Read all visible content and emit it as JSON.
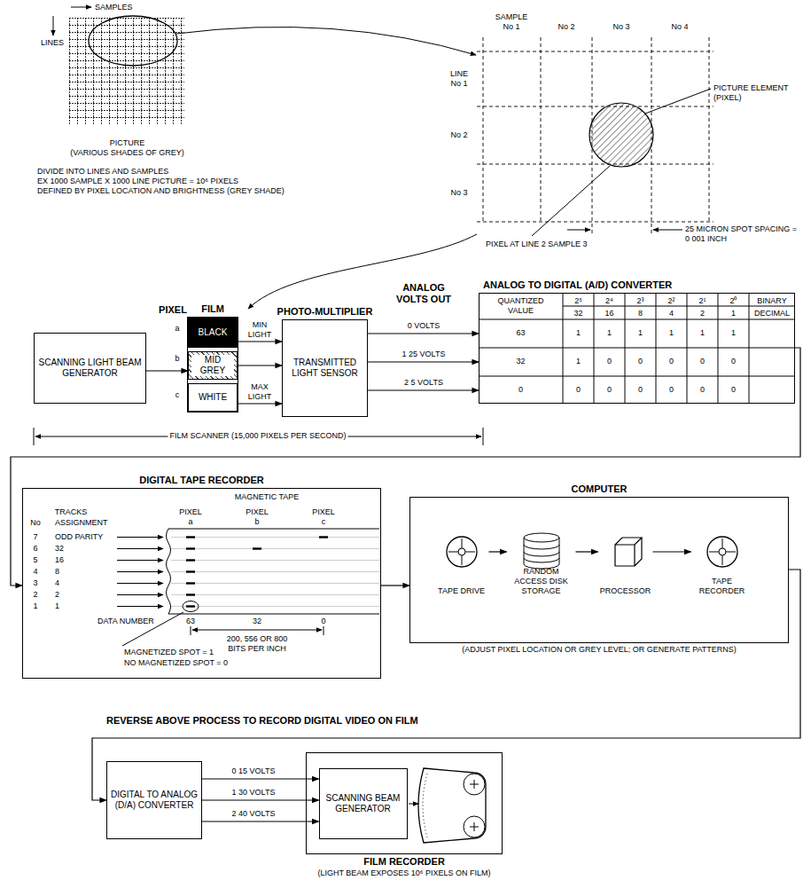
{
  "diagram": {
    "nodes": [
      {
        "text": [
          "PICTURE",
          "(VARIOUS SHADES OF GREY)"
        ]
      },
      {
        "text": [
          "SCANNING LIGHT BEAM GENERATOR"
        ]
      },
      {
        "text": [
          "FILM"
        ]
      },
      {
        "text": [
          "BLACK"
        ],
        "in": 2
      },
      {
        "text": [
          "MID GREY"
        ],
        "in": 2
      },
      {
        "text": [
          "WHITE"
        ],
        "in": 2
      },
      {
        "text": [
          "PHOTO-MULTIPLIER",
          "TRANSMITTED LIGHT SENSOR"
        ]
      },
      {
        "text": [
          "ANALOG TO DIGITAL (A/D) CONVERTER"
        ]
      },
      {
        "text": [
          "DIGITAL TAPE RECORDER",
          "MAGNETIC TAPE"
        ]
      },
      {
        "text": [
          "COMPUTER",
          "(ADJUST PIXEL LOCATION OR GREY LEVEL; OR GENERATE PATTERNS)"
        ]
      },
      {
        "text": [
          "TAPE DRIVE"
        ],
        "in": 9
      },
      {
        "text": [
          "RANDOM ACCESS DISK STORAGE"
        ],
        "in": 9
      },
      {
        "text": [
          "PROCESSOR"
        ],
        "in": 9
      },
      {
        "text": [
          "TAPE RECORDER"
        ],
        "in": 9
      },
      {
        "text": [
          "DIGITAL TO ANALOG (D/A) CONVERTER"
        ]
      },
      {
        "text": [
          "FILM RECORDER",
          "(LIGHT BEAM EXPOSES 10⁶ PIXELS ON FILM)"
        ]
      },
      {
        "text": [
          "SCANNING BEAM GENERATOR"
        ],
        "in": 15
      }
    ],
    "edges": [
      {
        "from": 1,
        "to": 4,
        "arrow": "to"
      },
      {
        "from": 3,
        "to": 6,
        "label": "MIN LIGHT",
        "arrow": "to"
      },
      {
        "from": 4,
        "to": 6,
        "arrow": "to"
      },
      {
        "from": 5,
        "to": 6,
        "label": "MAX LIGHT",
        "arrow": "to"
      },
      {
        "from": 6,
        "to": 7,
        "label": "0 VOLTS",
        "arrow": "to"
      },
      {
        "from": 6,
        "to": 7,
        "label": "1 25 VOLTS",
        "arrow": "to"
      },
      {
        "from": 6,
        "to": 7,
        "label": "2 5 VOLTS",
        "arrow": "to"
      },
      {
        "from": 7,
        "to": 8,
        "arrow": "to"
      },
      {
        "from": 8,
        "to": 9,
        "arrow": "to"
      },
      {
        "from": 10,
        "to": 11,
        "arrow": "to"
      },
      {
        "from": 11,
        "to": 12,
        "arrow": "to"
      },
      {
        "from": 12,
        "to": 13,
        "arrow": "to"
      },
      {
        "from": 9,
        "to": 14,
        "arrow": "to"
      },
      {
        "from": 14,
        "to": 16,
        "label": "0 15 VOLTS",
        "arrow": "to"
      },
      {
        "from": 14,
        "to": 16,
        "label": "1 30 VOLTS",
        "arrow": "to"
      },
      {
        "from": 14,
        "to": 16,
        "label": "2 40 VOLTS",
        "arrow": "to"
      }
    ],
    "labels": [
      "SAMPLES",
      "LINES",
      "DIVIDE INTO LINES AND SAMPLES",
      "EX 1000 SAMPLE X 1000 LINE PICTURE = 10⁶ PIXELS",
      "DEFINED BY PIXEL LOCATION AND BRIGHTNESS (GREY SHADE)",
      "SAMPLE No 1",
      "No 2",
      "No 3",
      "No 4",
      "LINE No 1",
      "No 2",
      "No 3",
      "PICTURE ELEMENT (PIXEL)",
      "25 MICRON SPOT SPACING = 0 001 INCH",
      "PIXEL AT LINE 2 SAMPLE 3",
      "PIXEL",
      "a",
      "b",
      "c",
      "ANALOG VOLTS OUT",
      "FILM SCANNER (15,000 PIXELS PER SECOND)",
      "QUANTIZED VALUE",
      "2⁵",
      "2⁴",
      "2³",
      "2²",
      "2¹",
      "2⁰",
      "BINARY",
      "32",
      "16",
      "8",
      "4",
      "2",
      "1",
      "DECIMAL",
      "63",
      "1",
      "1",
      "1",
      "1",
      "1",
      "1",
      "32",
      "1",
      "0",
      "0",
      "0",
      "0",
      "0",
      "0",
      "0",
      "0",
      "0",
      "0",
      "0",
      "0",
      "TRACKS",
      "No",
      "ASSIGNMENT",
      "7",
      "ODD PARITY",
      "6",
      "32",
      "5",
      "16",
      "4",
      "8",
      "3",
      "4",
      "2",
      "2",
      "1",
      "1",
      "PIXEL",
      "a",
      "PIXEL",
      "b",
      "PIXEL",
      "c",
      "DATA NUMBER",
      "63",
      "32",
      "0",
      "200, 556 OR 800 BITS PER INCH",
      "MAGNETIZED SPOT = 1",
      "NO MAGNETIZED SPOT = 0",
      "REVERSE ABOVE PROCESS TO RECORD DIGITAL VIDEO ON FILM"
    ]
  }
}
